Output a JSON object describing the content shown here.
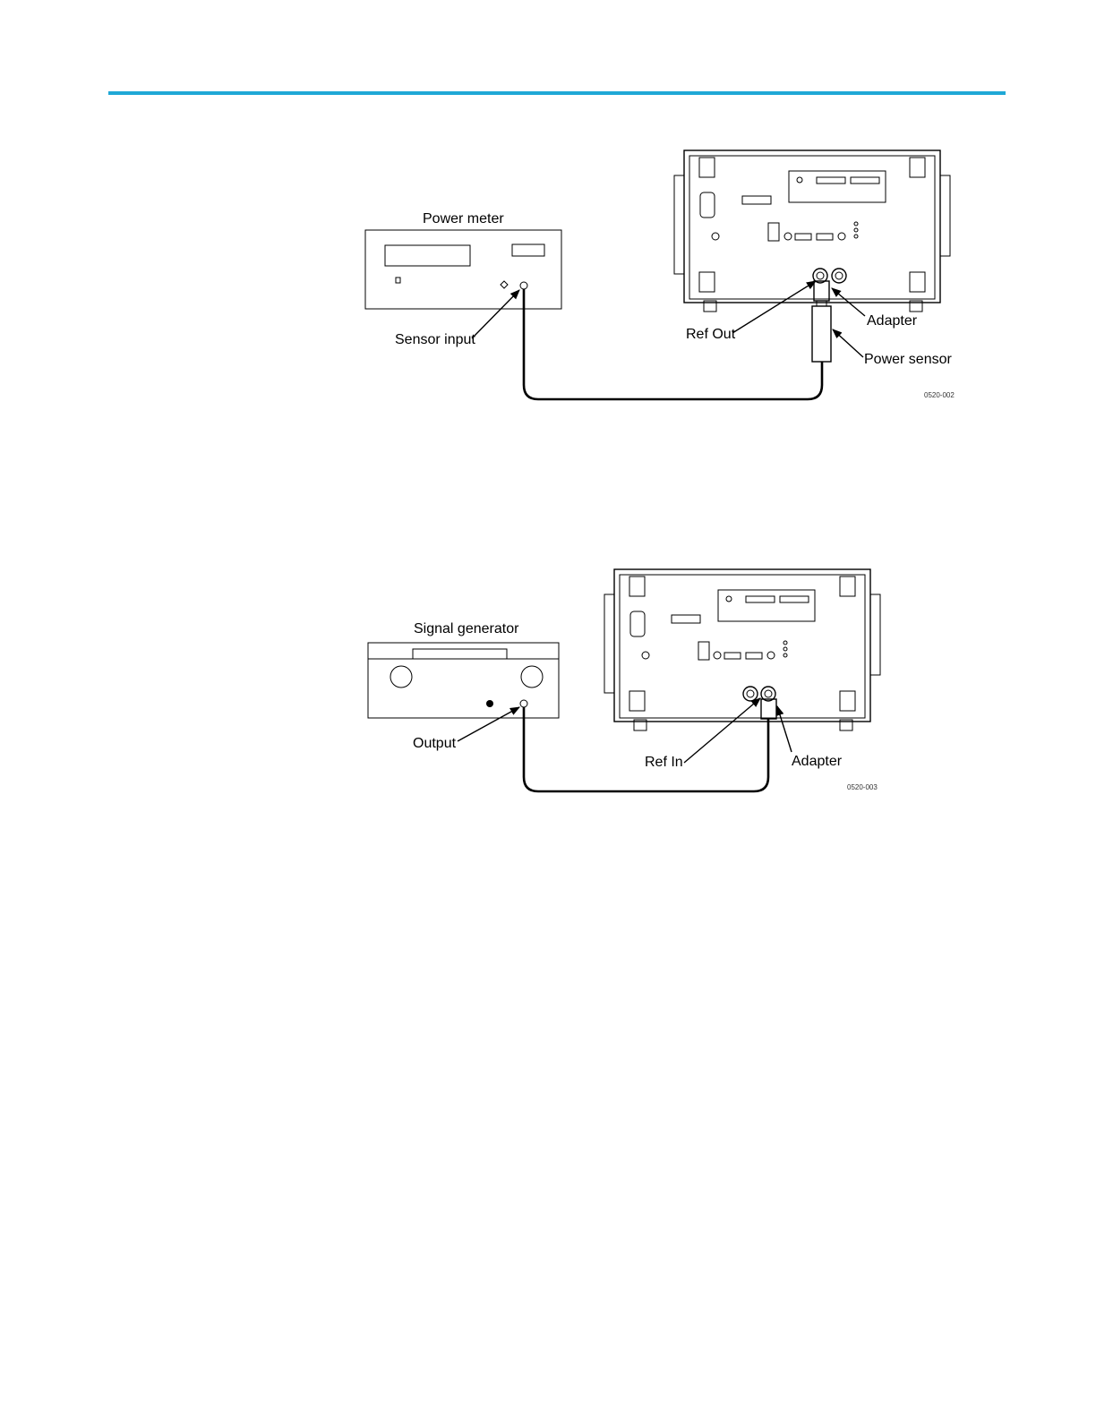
{
  "colors": {
    "rule": "#1fa8d6",
    "ink": "#000000",
    "paper": "#ffffff"
  },
  "figure1": {
    "instrument_label": "Power meter",
    "port_label": "Sensor input",
    "ref_label": "Ref Out",
    "adapter_label": "Adapter",
    "sensor_label": "Power sensor",
    "code": "0520-002"
  },
  "figure2": {
    "instrument_label": "Signal generator",
    "port_label": "Output",
    "ref_label": "Ref In",
    "adapter_label": "Adapter",
    "code": "0520-003"
  }
}
